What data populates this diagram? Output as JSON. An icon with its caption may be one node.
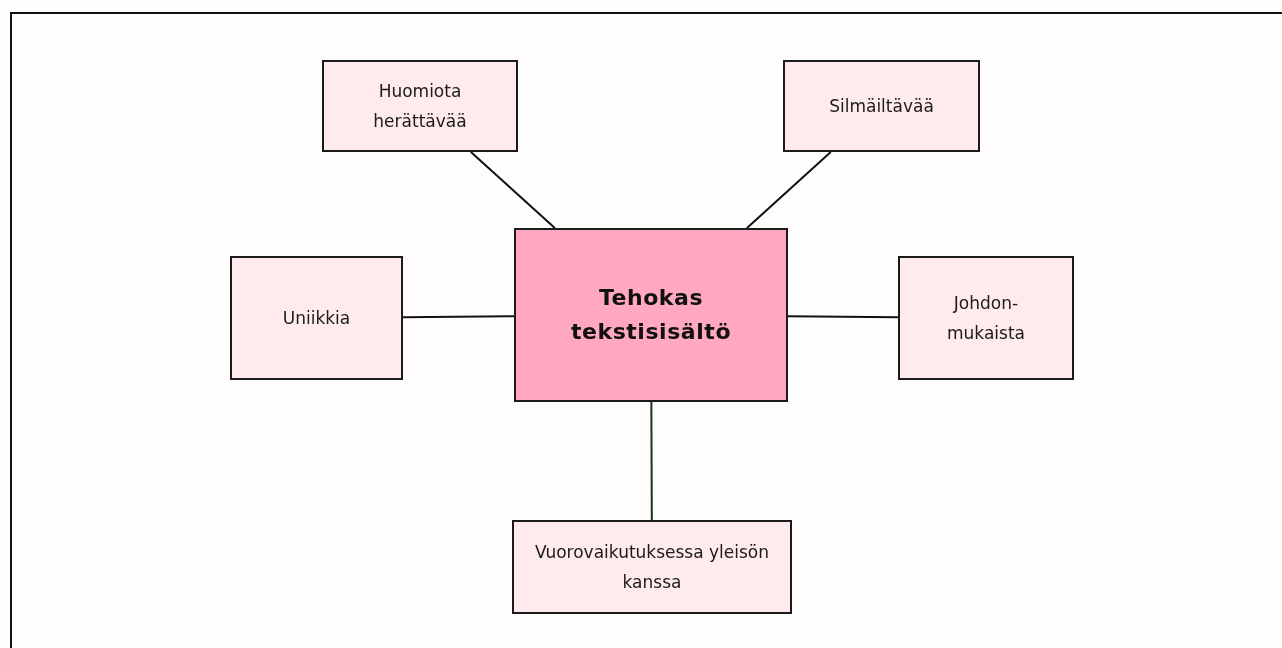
{
  "diagram": {
    "nodes": [
      {
        "text": [
          "Tehokas tekstisisältö"
        ]
      },
      {
        "text": [
          "Huomiota herättävää"
        ]
      },
      {
        "text": [
          "Silmäiltävää"
        ]
      },
      {
        "text": [
          "Uniikkia"
        ]
      },
      {
        "text": [
          "Johdon-mukaista"
        ]
      },
      {
        "text": [
          "Vuorovaikutuksessa yleisön kanssa"
        ]
      }
    ],
    "edges": [
      {
        "from": 1,
        "to": 0,
        "arrow": "none"
      },
      {
        "from": 2,
        "to": 0,
        "arrow": "none"
      },
      {
        "from": 3,
        "to": 0,
        "arrow": "none"
      },
      {
        "from": 4,
        "to": 0,
        "arrow": "none"
      },
      {
        "from": 0,
        "to": 5,
        "arrow": "none",
        "color": "#1a3322"
      }
    ]
  }
}
